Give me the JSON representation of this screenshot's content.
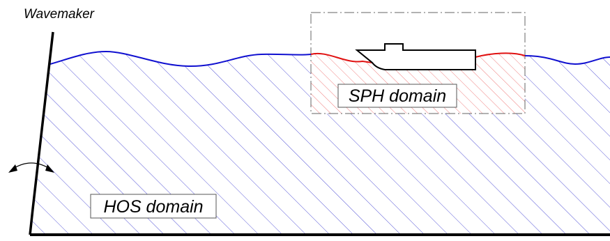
{
  "labels": {
    "wavemaker": "Wavemaker",
    "sph_domain": "SPH domain",
    "hos_domain": "HOS domain"
  },
  "colors": {
    "background": "#ffffff",
    "hos_hatch": "#5a5ad8",
    "sph_hatch": "#f08080",
    "hos_free_surface": "#1010d0",
    "sph_free_surface": "#e01010",
    "outline": "#000000",
    "sph_box_border": "#666666"
  }
}
